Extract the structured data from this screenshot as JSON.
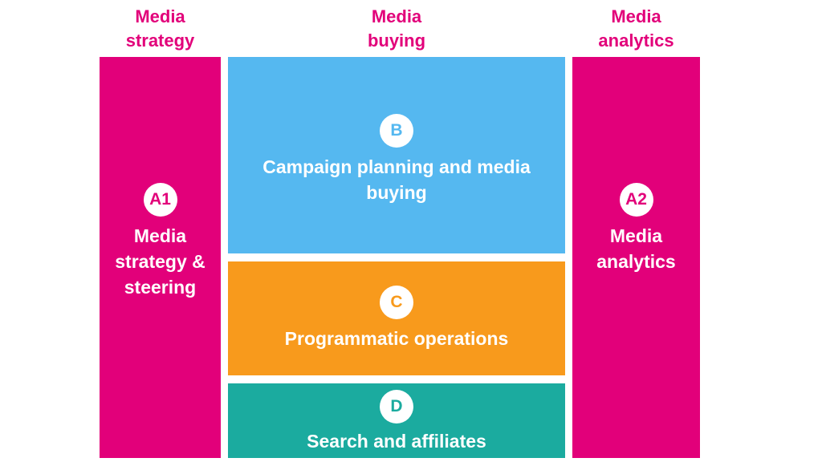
{
  "headers": {
    "strategy": {
      "line1": "Media",
      "line2": "strategy"
    },
    "buying": {
      "line1": "Media",
      "line2": "buying"
    },
    "analytics": {
      "line1": "Media",
      "line2": "analytics"
    }
  },
  "blocks": {
    "a1": {
      "badge": "A1",
      "line1": "Media",
      "line2": "strategy &",
      "line3": "steering",
      "color": "#e2007a"
    },
    "b": {
      "badge": "B",
      "line1": "Campaign planning and media",
      "line2": "buying",
      "color": "#55b8f0"
    },
    "c": {
      "badge": "C",
      "line1": "Programmatic operations",
      "color": "#f89a1c"
    },
    "d": {
      "badge": "D",
      "line1": "Search and affiliates",
      "color": "#1bab9f"
    },
    "a2": {
      "badge": "A2",
      "line1": "Media",
      "line2": "analytics",
      "color": "#e2007a"
    }
  }
}
